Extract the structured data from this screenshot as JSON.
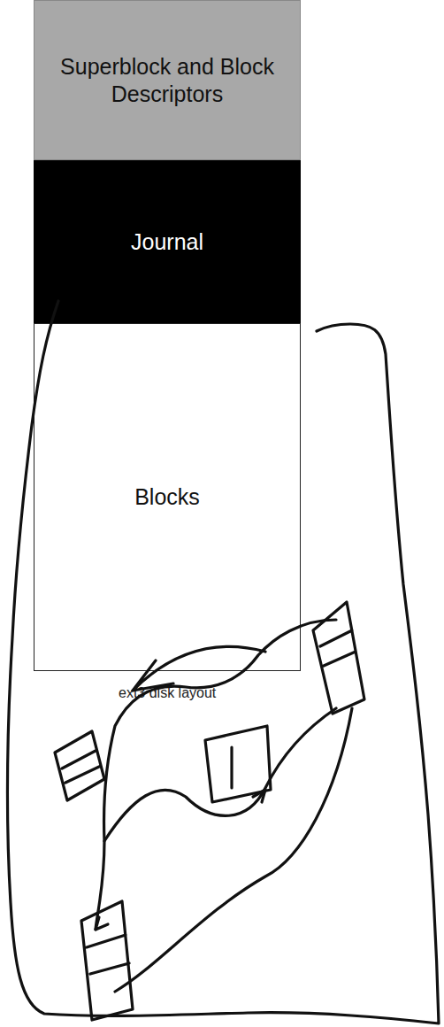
{
  "diagram": {
    "caption": "ext3 disk layout",
    "nodes": [
      {
        "text": [
          "Superblock and Block Descriptors"
        ]
      },
      {
        "text": [
          "Journal"
        ]
      },
      {
        "text": [
          "Blocks"
        ]
      }
    ]
  }
}
